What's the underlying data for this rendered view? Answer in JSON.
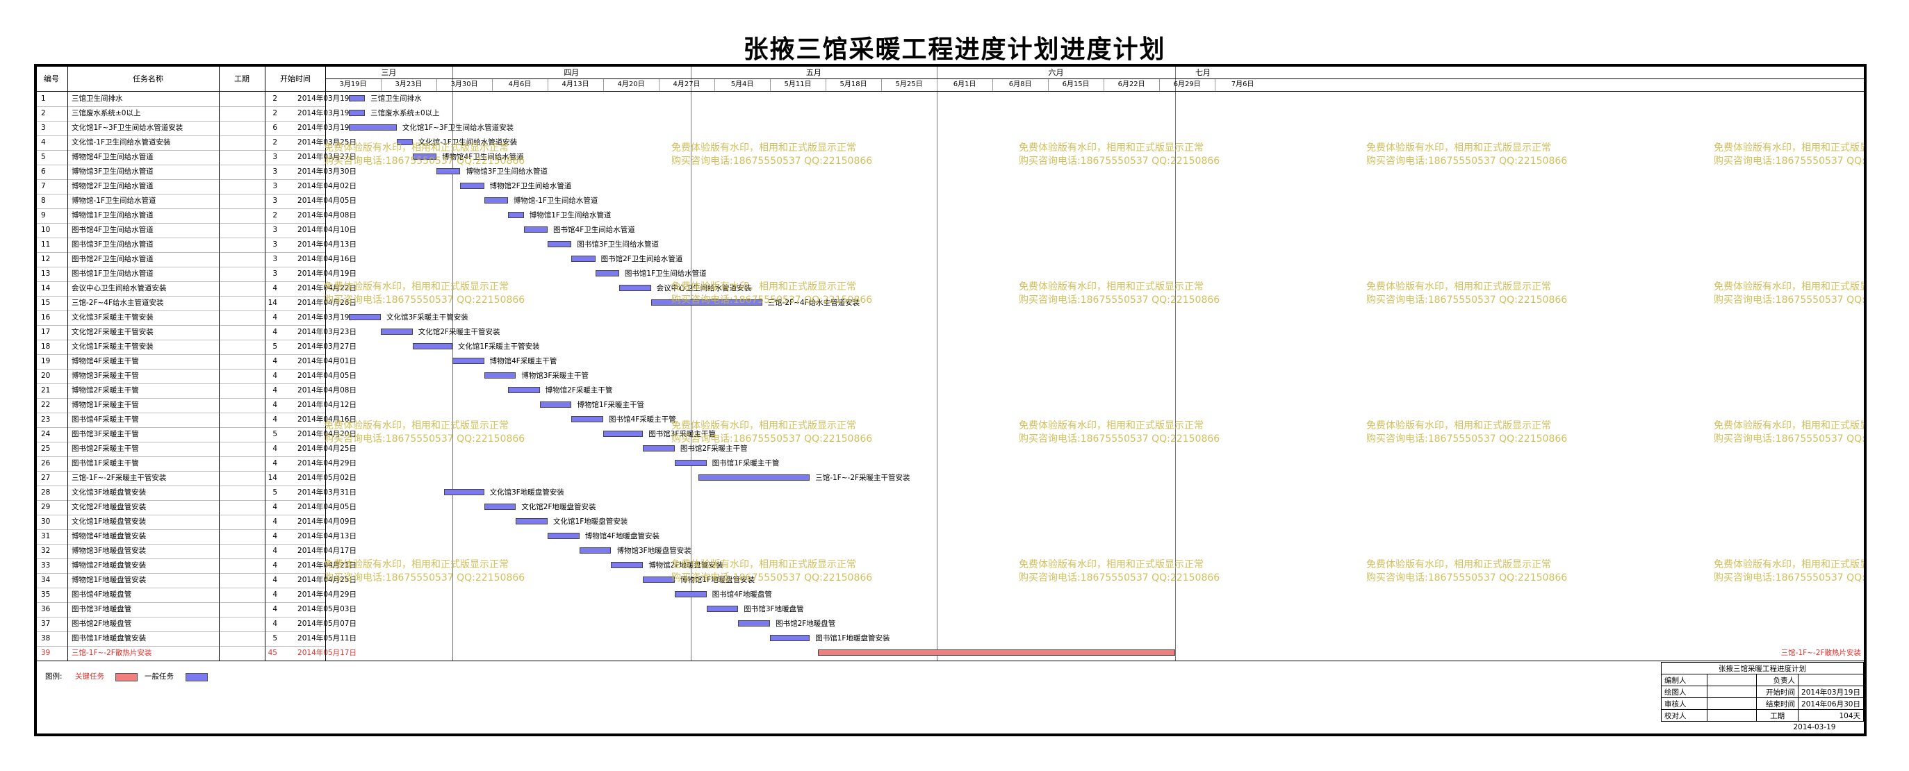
{
  "title": "张掖三馆采暖工程进度计划进度计划",
  "columns": {
    "id": "编号",
    "name": "任务名称",
    "duration": "工期",
    "start": "开始时间"
  },
  "months": [
    {
      "label": "三月",
      "start": "2014-03-16",
      "end": "2014-04-01"
    },
    {
      "label": "四月",
      "start": "2014-04-01",
      "end": "2014-05-01"
    },
    {
      "label": "五月",
      "start": "2014-05-01",
      "end": "2014-06-01"
    },
    {
      "label": "六月",
      "start": "2014-06-01",
      "end": "2014-07-01"
    },
    {
      "label": "七月",
      "start": "2014-07-01",
      "end": "2014-07-08"
    }
  ],
  "weeks": [
    {
      "label": "3月19日",
      "date": "2014-03-16"
    },
    {
      "label": "3月23日",
      "date": "2014-03-23"
    },
    {
      "label": "3月30日",
      "date": "2014-03-30"
    },
    {
      "label": "4月6日",
      "date": "2014-04-06"
    },
    {
      "label": "4月13日",
      "date": "2014-04-13"
    },
    {
      "label": "4月20日",
      "date": "2014-04-20"
    },
    {
      "label": "4月27日",
      "date": "2014-04-27"
    },
    {
      "label": "5月4日",
      "date": "2014-05-04"
    },
    {
      "label": "5月11日",
      "date": "2014-05-11"
    },
    {
      "label": "5月18日",
      "date": "2014-05-18"
    },
    {
      "label": "5月25日",
      "date": "2014-05-25"
    },
    {
      "label": "6月1日",
      "date": "2014-06-01"
    },
    {
      "label": "6月8日",
      "date": "2014-06-08"
    },
    {
      "label": "6月15日",
      "date": "2014-06-15"
    },
    {
      "label": "6月22日",
      "date": "2014-06-22"
    },
    {
      "label": "6月29日",
      "date": "2014-06-29"
    },
    {
      "label": "7月6日",
      "date": "2014-07-06"
    }
  ],
  "tasks": [
    {
      "id": "1",
      "name": "三馆卫生间排水",
      "duration": 2,
      "start": "2014年03月19日",
      "date": "2014-03-19",
      "critical": false
    },
    {
      "id": "2",
      "name": "三馆废水系统±0以上",
      "duration": 2,
      "start": "2014年03月19日",
      "date": "2014-03-19",
      "critical": false
    },
    {
      "id": "3",
      "name": "文化馆1F~3F卫生间给水管道安装",
      "duration": 6,
      "start": "2014年03月19日",
      "date": "2014-03-19",
      "critical": false
    },
    {
      "id": "4",
      "name": "文化馆-1F卫生间给水管道安装",
      "duration": 2,
      "start": "2014年03月25日",
      "date": "2014-03-25",
      "critical": false
    },
    {
      "id": "5",
      "name": "博物馆4F卫生间给水管道",
      "duration": 3,
      "start": "2014年03月27日",
      "date": "2014-03-27",
      "critical": false
    },
    {
      "id": "6",
      "name": "博物馆3F卫生间给水管道",
      "duration": 3,
      "start": "2014年03月30日",
      "date": "2014-03-30",
      "critical": false
    },
    {
      "id": "7",
      "name": "博物馆2F卫生间给水管道",
      "duration": 3,
      "start": "2014年04月02日",
      "date": "2014-04-02",
      "critical": false
    },
    {
      "id": "8",
      "name": "博物馆-1F卫生间给水管道",
      "duration": 3,
      "start": "2014年04月05日",
      "date": "2014-04-05",
      "critical": false
    },
    {
      "id": "9",
      "name": "博物馆1F卫生间给水管道",
      "duration": 2,
      "start": "2014年04月08日",
      "date": "2014-04-08",
      "critical": false
    },
    {
      "id": "10",
      "name": "图书馆4F卫生间给水管道",
      "duration": 3,
      "start": "2014年04月10日",
      "date": "2014-04-10",
      "critical": false
    },
    {
      "id": "11",
      "name": "图书馆3F卫生间给水管道",
      "duration": 3,
      "start": "2014年04月13日",
      "date": "2014-04-13",
      "critical": false
    },
    {
      "id": "12",
      "name": "图书馆2F卫生间给水管道",
      "duration": 3,
      "start": "2014年04月16日",
      "date": "2014-04-16",
      "critical": false
    },
    {
      "id": "13",
      "name": "图书馆1F卫生间给水管道",
      "duration": 3,
      "start": "2014年04月19日",
      "date": "2014-04-19",
      "critical": false
    },
    {
      "id": "14",
      "name": "会议中心卫生间给水管道安装",
      "duration": 4,
      "start": "2014年04月22日",
      "date": "2014-04-22",
      "critical": false
    },
    {
      "id": "15",
      "name": "三馆-2F~4F给水主管道安装",
      "duration": 14,
      "start": "2014年04月26日",
      "date": "2014-04-26",
      "critical": false
    },
    {
      "id": "16",
      "name": "文化馆3F采暖主干管安装",
      "duration": 4,
      "start": "2014年03月19日",
      "date": "2014-03-19",
      "critical": false
    },
    {
      "id": "17",
      "name": "文化馆2F采暖主干管安装",
      "duration": 4,
      "start": "2014年03月23日",
      "date": "2014-03-23",
      "critical": false
    },
    {
      "id": "18",
      "name": "文化馆1F采暖主干管安装",
      "duration": 5,
      "start": "2014年03月27日",
      "date": "2014-03-27",
      "critical": false
    },
    {
      "id": "19",
      "name": "博物馆4F采暖主干管",
      "duration": 4,
      "start": "2014年04月01日",
      "date": "2014-04-01",
      "critical": false
    },
    {
      "id": "20",
      "name": "博物馆3F采暖主干管",
      "duration": 4,
      "start": "2014年04月05日",
      "date": "2014-04-05",
      "critical": false
    },
    {
      "id": "21",
      "name": "博物馆2F采暖主干管",
      "duration": 4,
      "start": "2014年04月08日",
      "date": "2014-04-08",
      "critical": false
    },
    {
      "id": "22",
      "name": "博物馆1F采暖主干管",
      "duration": 4,
      "start": "2014年04月12日",
      "date": "2014-04-12",
      "critical": false
    },
    {
      "id": "23",
      "name": "图书馆4F采暖主干管",
      "duration": 4,
      "start": "2014年04月16日",
      "date": "2014-04-16",
      "critical": false
    },
    {
      "id": "24",
      "name": "图书馆3F采暖主干管",
      "duration": 5,
      "start": "2014年04月20日",
      "date": "2014-04-20",
      "critical": false
    },
    {
      "id": "25",
      "name": "图书馆2F采暖主干管",
      "duration": 4,
      "start": "2014年04月25日",
      "date": "2014-04-25",
      "critical": false
    },
    {
      "id": "26",
      "name": "图书馆1F采暖主干管",
      "duration": 4,
      "start": "2014年04月29日",
      "date": "2014-04-29",
      "critical": false
    },
    {
      "id": "27",
      "name": "三馆-1F~-2F采暖主干管安装",
      "duration": 14,
      "start": "2014年05月02日",
      "date": "2014-05-02",
      "critical": false
    },
    {
      "id": "28",
      "name": "文化馆3F地暖盘管安装",
      "duration": 5,
      "start": "2014年03月31日",
      "date": "2014-03-31",
      "critical": false
    },
    {
      "id": "29",
      "name": "文化馆2F地暖盘管安装",
      "duration": 4,
      "start": "2014年04月05日",
      "date": "2014-04-05",
      "critical": false
    },
    {
      "id": "30",
      "name": "文化馆1F地暖盘管安装",
      "duration": 4,
      "start": "2014年04月09日",
      "date": "2014-04-09",
      "critical": false
    },
    {
      "id": "31",
      "name": "博物馆4F地暖盘管安装",
      "duration": 4,
      "start": "2014年04月13日",
      "date": "2014-04-13",
      "critical": false
    },
    {
      "id": "32",
      "name": "博物馆3F地暖盘管安装",
      "duration": 4,
      "start": "2014年04月17日",
      "date": "2014-04-17",
      "critical": false
    },
    {
      "id": "33",
      "name": "博物馆2F地暖盘管安装",
      "duration": 4,
      "start": "2014年04月21日",
      "date": "2014-04-21",
      "critical": false
    },
    {
      "id": "34",
      "name": "博物馆1F地暖盘管安装",
      "duration": 4,
      "start": "2014年04月25日",
      "date": "2014-04-25",
      "critical": false
    },
    {
      "id": "35",
      "name": "图书馆4F地暖盘管",
      "duration": 4,
      "start": "2014年04月29日",
      "date": "2014-04-29",
      "critical": false
    },
    {
      "id": "36",
      "name": "图书馆3F地暖盘管",
      "duration": 4,
      "start": "2014年05月03日",
      "date": "2014-05-03",
      "critical": false
    },
    {
      "id": "37",
      "name": "图书馆2F地暖盘管",
      "duration": 4,
      "start": "2014年05月07日",
      "date": "2014-05-07",
      "critical": false
    },
    {
      "id": "38",
      "name": "图书馆1F地暖盘管安装",
      "duration": 5,
      "start": "2014年05月11日",
      "date": "2014-05-11",
      "critical": false
    },
    {
      "id": "39",
      "name": "三馆-1F~-2F散热片安装",
      "duration": 45,
      "start": "2014年05月17日",
      "date": "2014-05-17",
      "critical": true
    }
  ],
  "watermark": {
    "line1": "免费体验版有水印，相用和正式版显示正常",
    "line2": "购买咨询电话:18675550537 QQ:22150866"
  },
  "legend": {
    "label": "图例:",
    "critical": "关键任务",
    "normal": "一般任务"
  },
  "title_block": {
    "project": "张掖三馆采暖工程进度计划",
    "rows": [
      {
        "k1": "编制人",
        "v1": "",
        "k2": "负责人",
        "v2": ""
      },
      {
        "k1": "绘图人",
        "v1": "",
        "k2": "开始时间",
        "v2": "2014年03月19日"
      },
      {
        "k1": "审核人",
        "v1": "",
        "k2": "结束时间",
        "v2": "2014年06月30日"
      },
      {
        "k1": "校对人",
        "v1": "",
        "k2": "工期",
        "v2": "104天"
      }
    ],
    "print_date": "2014-03-19"
  },
  "colors": {
    "normal_bar": "#7b7bef",
    "critical_bar": "#f08080",
    "critical_text": "#e0302c",
    "watermark": "#c9b53e"
  }
}
